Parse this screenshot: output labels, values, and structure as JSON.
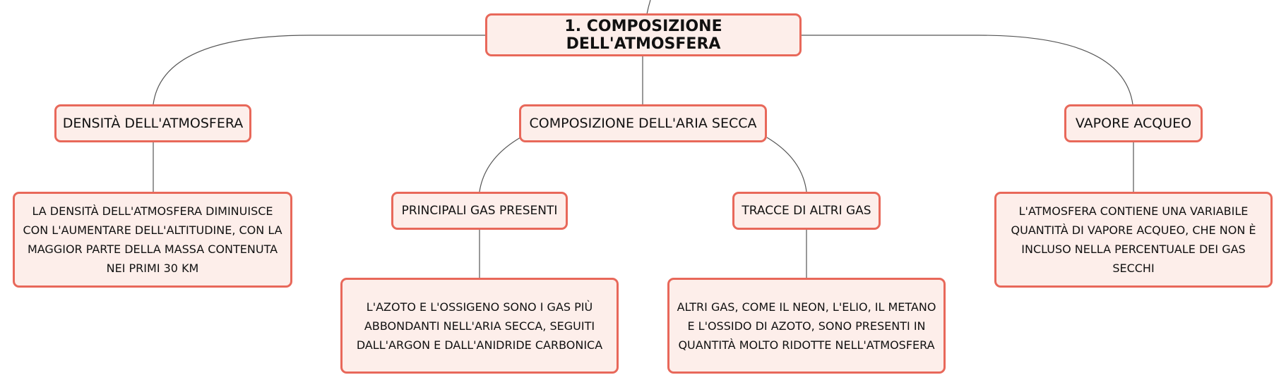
{
  "map": {
    "root": "1. COMPOSIZIONE DELL'ATMOSFERA",
    "density": {
      "title": "DENSITÀ DELL'ATMOSFERA",
      "text": "LA DENSITÀ DELL'ATMOSFERA DIMINUISCE CON L'AUMENTARE DELL'ALTITUDINE, CON LA MAGGIOR PARTE DELLA MASSA CONTENUTA NEI PRIMI 30 KM"
    },
    "dry_air": {
      "title": "COMPOSIZIONE DELL'ARIA SECCA",
      "main_gases": {
        "title": "PRINCIPALI GAS PRESENTI",
        "text": "L'AZOTO E L'OSSIGENO SONO I GAS PIÙ ABBONDANTI NELL'ARIA SECCA, SEGUITI DALL'ARGON E DALL'ANIDRIDE CARBONICA"
      },
      "trace_gases": {
        "title": "TRACCE DI ALTRI GAS",
        "text": "ALTRI GAS, COME IL NEON, L'ELIO, IL METANO E L'OSSIDO DI AZOTO, SONO PRESENTI IN QUANTITÀ MOLTO RIDOTTE NELL'ATMOSFERA"
      }
    },
    "vapor": {
      "title": "VAPORE ACQUEO",
      "text": "L'ATMOSFERA CONTIENE UNA VARIABILE QUANTITÀ DI VAPORE ACQUEO, CHE NON È INCLUSO NELLA PERCENTUALE DEI GAS SECCHI"
    }
  },
  "colors": {
    "node_fill": "#fdeeea",
    "node_border": "#e8685a",
    "connector": "#555555"
  }
}
